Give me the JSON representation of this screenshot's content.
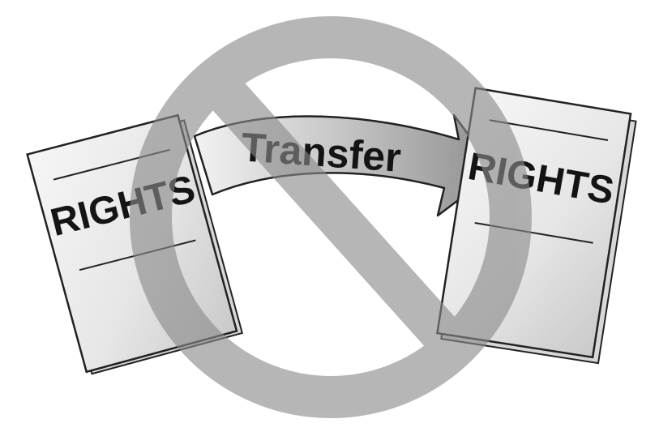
{
  "left_book": {
    "label": "RIGHTS"
  },
  "right_book": {
    "label": "RIGHTS"
  },
  "arrow": {
    "label": "Transfer"
  },
  "prohibition": {
    "icon": "prohibited-icon",
    "color": "#8a8a8a"
  },
  "icons": {
    "book": "document-icon",
    "arrow": "curved-arrow-icon"
  }
}
